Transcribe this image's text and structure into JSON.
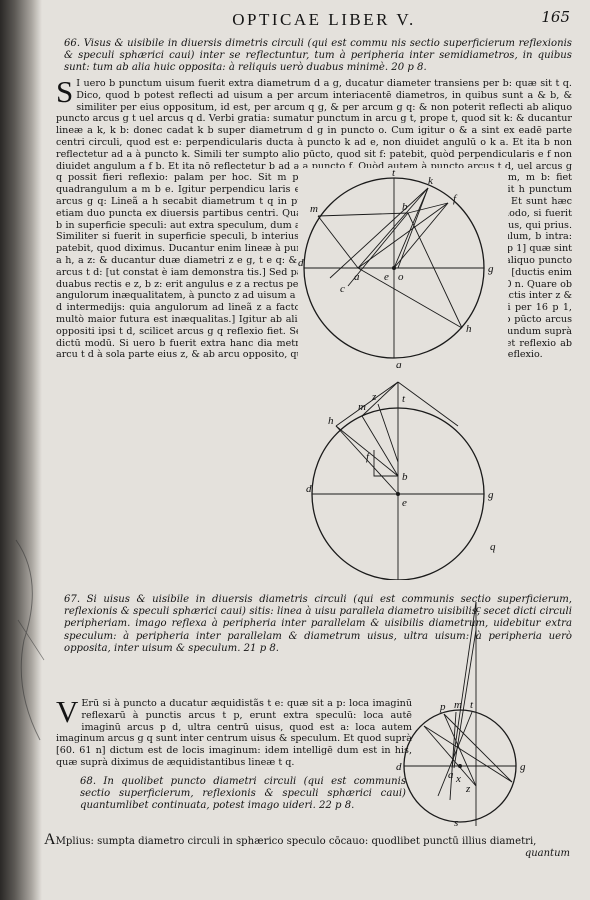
{
  "header": {
    "running_title": "OPTICAE LIBER V.",
    "page_number": "165"
  },
  "prop66": {
    "text": "66. Visus & uisibile in diuersis dimetris circuli (qui est commu nis sectio superficierum reflexionis & speculi sphærici caui) inter se reflectuntur, tum à peripheria inter semidiametros, in quibus sunt: tum ab alia huic opposita: à reliquis uerò duabus minimè. 20 p 8."
  },
  "para66a": {
    "dropcap": "S",
    "text": "I uero b punctum uisum fuerit extra diametrum d a g, ducatur diameter transiens per b: quæ sit t q. Dico, quod b potest reflecti ad uisum a per arcum interiacentē diametros, in quibus sunt a & b, & similiter per eius oppositum, id est, per arcum q g, & per arcum g q: & non poterit reflecti ab aliquo puncto arcus g t uel arcus q d. Verbi gratia: sumatur punctum in arcu g t, prope t, quod sit k: & ducantur lineæ a k, k b: donec cadat k b super diametrum d g in puncto o. Cum igitur o & a sint ex eadē parte centri circuli, quod est e: perpendicularis ducta à puncto k ad e, non diuidet angulū o k a. Et ita b non reflectetur ad a à puncto k. Simili ter sumpto alio pūcto, quod sit f: patebit, quòd perpendicularis e f non diuidet angulum a f b. Et ita nō reflectetur b ad a a puncto f. Quòd autem à puncto arcus t d, uel arcus g q possit fieri reflexio: palam per hoc. Sit m punctum arcus t d: & ducantur lineæ a m, m b: fiet quadrangulum a m b e. Igitur perpendicu laris e m diuidet angulum a m b. Simili modo sit h punctum arcus g q: Lineã a h secabit diametrum t q in puncto c: & linea h b eundem in puncto b. Et sunt hæc etiam duo puncta ex diuersis partibus centri. Quare linea e h diuidet illum angulum. Pari modo, si fuerit b in superficie speculi: aut extra speculum, dum a sit intra speculum: idem erit probādi modus, qui prius. Similiter si fuerit in superficie speculi, b interius, aut exterius. Si uero a fuerit extra speculum, b intra: patebit, quod diximus. Ducantur enim lineæ à puncto a contingentes circulum d t g [per 17 p 1] quæ sint a h, a z: & ducantur duæ diametri z e g, t e q: & b in diametro t e q: reflectetur b ad a ab aliquo puncto arcus t d: [ut constat è iam demonstra tis.] Sed palam, quod non ab aliquo puncto arcus z d. [ductis enim duabus rectis e z, b z: erit angulus e z a rectus per 18 p 3, & e z b acutus, ut ostensum est 60 n. Quare ob angulorum inæqualitatem, à puncto z ad uisum a nulla fiet reflexio: multo igitur minus à punctis inter z & d intermedijs: quia angulorum ad lineã z a factorū, unius quidē acuti, alterius uerò obtusi per 16 p 1, multò maior futura est inæqualitas.] Igitur ab aliquo puncto arcus z d: & similiter ab aliquo pūcto arcus oppositi ipsi t d, scilicet arcus g q reflexio fiet. Sed ab arcu t g, uel d q non fiet reflexio secundum suprà dictū modū. Si uero b fuerit extra hanc dia metrū, & super aliā, quæ similiter sit t e q: fiet reflexio ab arcu t d à sola parte eius z, & ab arcu opposito, qui est g q: sed ab arcu t g, uel d q non fiet reflexio."
  },
  "prop67": {
    "text": "67. Si uisus & uisibile in diuersis diametris circuli (qui est communis sectio superficierum, reflexionis & speculi sphærici caui) sitis: linea à uisu parallela diametro uisibilis, secet dicti circuli peripheriam. imago reflexa à peripheria inter parallelam & uisibilis diametrum, uidebitur extra speculum: à peripheria inter parallelam & diametrum uisus, ultra uisum: à peripheria uerò opposita, inter uisum & speculum. 21 p 8."
  },
  "para67a": {
    "dropcap": "V",
    "text": "Erū si à puncto a ducatur æquidistãs t e: quæ sit a p: loca imaginū reflexarū à punctis arcus t p, erunt extra speculū: loca autē imaginū arcus p d, ultra centrū uisus, quod est a: loca autem imaginum arcus g q sunt inter centrum uisus & speculum. Et quod suprà [60. 61 n] dictum est de locis imaginum: idem intelligē dum est in his, quæ suprà diximus de æquidistantibus lineæ t q."
  },
  "prop68": {
    "text": "68. In quolibet puncto diametri circuli (qui est communis sectio superficierum, reflexionis & speculi sphærici caui) quantumlibet continuata, potest imago uideri. 22 p 8."
  },
  "bottom": {
    "text": "Mplius: sumpta diametro circuli in sphærico speculo cōcauo: quodlibet punctū illius diametri,",
    "cap": "A",
    "catchword": "quantum"
  },
  "figure1": {
    "labels": [
      "t",
      "m",
      "b",
      "k",
      "f",
      "d",
      "o",
      "a",
      "e",
      "g",
      "h",
      "c",
      "q"
    ]
  },
  "figure2": {
    "labels": [
      "a",
      "h",
      "m",
      "z",
      "t",
      "f",
      "b",
      "d",
      "e",
      "g",
      "q"
    ]
  },
  "figure3": {
    "labels": [
      "c",
      "p",
      "m",
      "t",
      "d",
      "a",
      "z",
      "g",
      "x",
      "s"
    ]
  }
}
